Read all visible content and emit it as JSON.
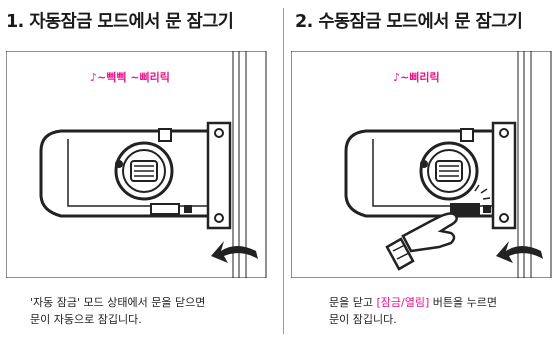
{
  "panels": [
    {
      "title": "1. 자동잠금 모드에서 문 잠그기",
      "sound": "♪~삑삑 ~삐리릭",
      "caption_line1": "'자동 잠금' 모드 상태에서 문을 닫으면",
      "caption_line2": "문이 자동으로 잠깁니다."
    },
    {
      "title": "2. 수동잠금 모드에서 문 잠그기",
      "sound": "♪~삐리릭",
      "caption_pre": "문을 닫고 ",
      "caption_highlight": "[잠금/열림]",
      "caption_post": " 버튼을 누르면",
      "caption_line2": "문이 잠깁니다."
    }
  ],
  "colors": {
    "accent": "#e8158b",
    "line": "#222222",
    "divider": "#999999"
  }
}
